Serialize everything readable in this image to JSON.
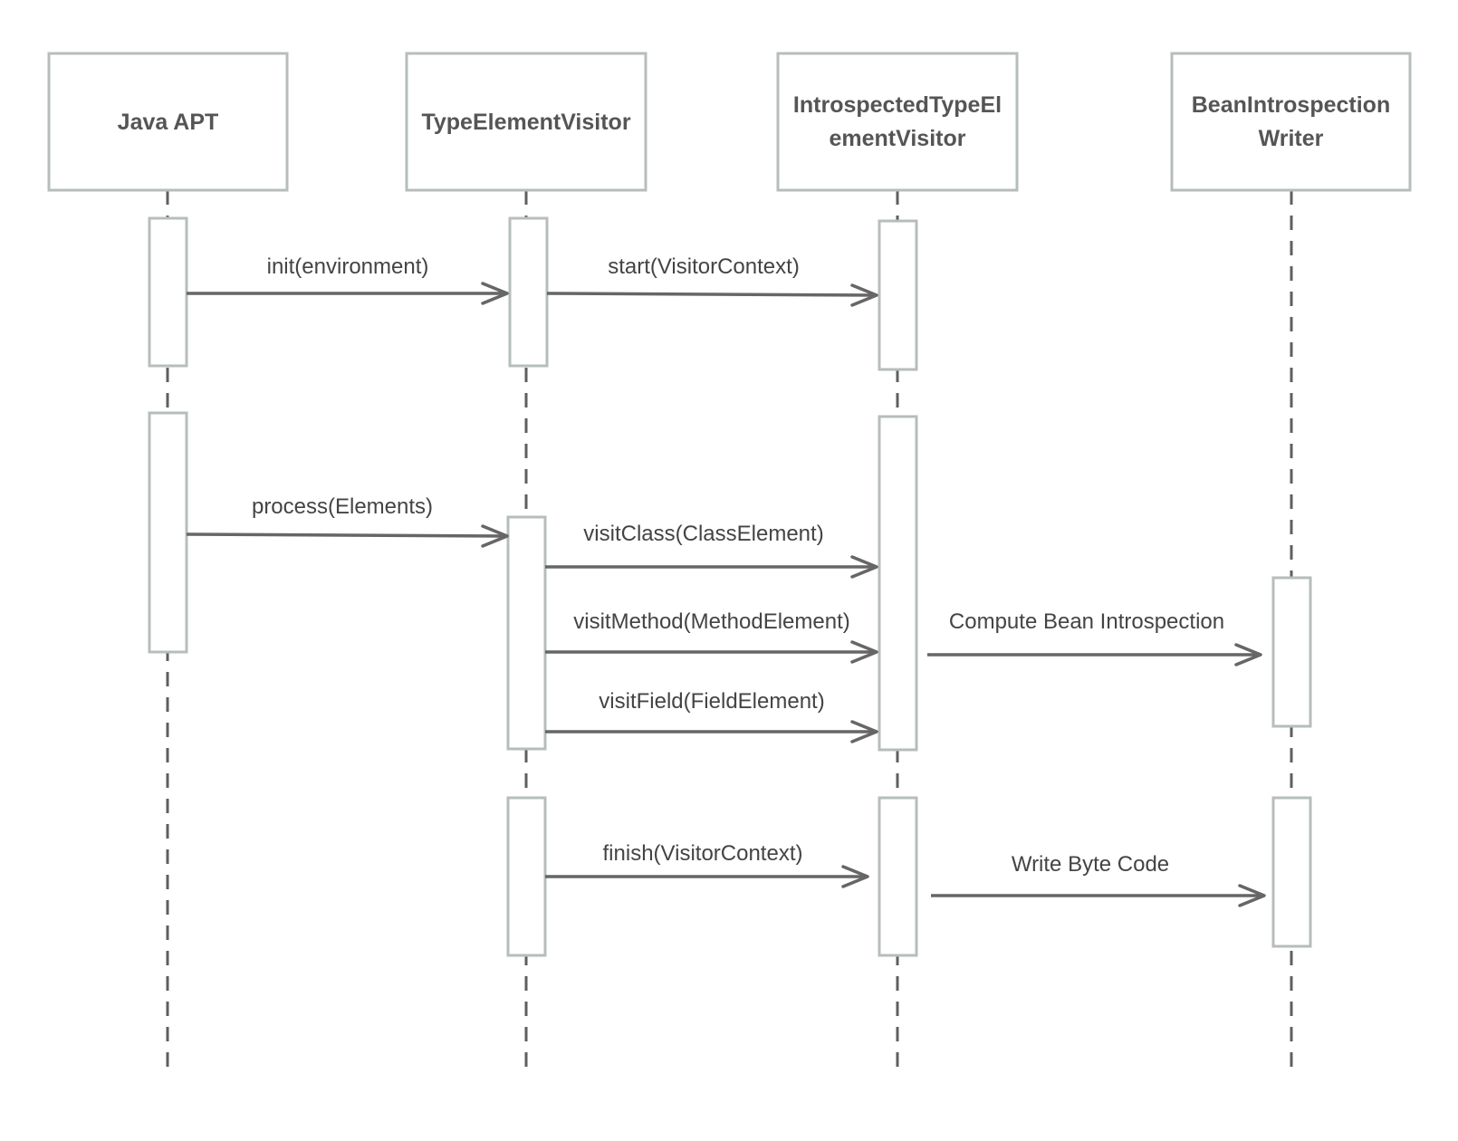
{
  "participants": [
    {
      "id": "java-apt",
      "label_lines": [
        "Java APT"
      ]
    },
    {
      "id": "type-element-visitor",
      "label_lines": [
        "TypeElementVisitor"
      ]
    },
    {
      "id": "introspected-type-element-visitor",
      "label_lines": [
        "IntrospectedTypeEl",
        "ementVisitor"
      ]
    },
    {
      "id": "bean-introspection-writer",
      "label_lines": [
        "BeanIntrospection",
        "Writer"
      ]
    }
  ],
  "messages": [
    {
      "id": "init",
      "from": "java-apt",
      "to": "type-element-visitor",
      "label": "init(environment)"
    },
    {
      "id": "start",
      "from": "type-element-visitor",
      "to": "introspected-type-element-visitor",
      "label": "start(VisitorContext)"
    },
    {
      "id": "process",
      "from": "java-apt",
      "to": "type-element-visitor",
      "label": "process(Elements)"
    },
    {
      "id": "visit-class",
      "from": "type-element-visitor",
      "to": "introspected-type-element-visitor",
      "label": "visitClass(ClassElement)"
    },
    {
      "id": "visit-method",
      "from": "type-element-visitor",
      "to": "introspected-type-element-visitor",
      "label": "visitMethod(MethodElement)"
    },
    {
      "id": "compute",
      "from": "introspected-type-element-visitor",
      "to": "bean-introspection-writer",
      "label": "Compute Bean Introspection"
    },
    {
      "id": "visit-field",
      "from": "type-element-visitor",
      "to": "introspected-type-element-visitor",
      "label": "visitField(FieldElement)"
    },
    {
      "id": "finish",
      "from": "type-element-visitor",
      "to": "introspected-type-element-visitor",
      "label": "finish(VisitorContext)"
    },
    {
      "id": "write",
      "from": "introspected-type-element-visitor",
      "to": "bean-introspection-writer",
      "label": "Write Byte Code"
    }
  ]
}
